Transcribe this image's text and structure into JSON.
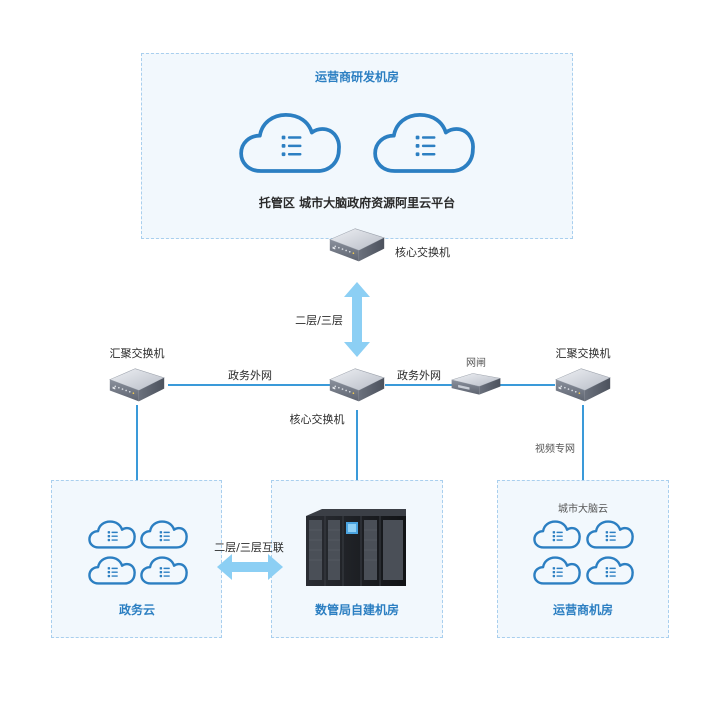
{
  "colors": {
    "zone_fill": "#f2f8fd",
    "zone_border": "#a9cfee",
    "cloud_stroke": "#2c7fc2",
    "link_line": "#3a9ad9",
    "arrow": "#8ccff4",
    "title_text": "#2c7fc2"
  },
  "top_room": {
    "title": "运营商研发机房",
    "caption": "托管区 城市大脑政府资源阿里云平台",
    "icons": [
      "cloud-icon",
      "cloud-icon"
    ]
  },
  "devices": {
    "core_switch_top": "核心交换机",
    "core_switch_mid": "核心交换机",
    "agg_switch_left": "汇聚交换机",
    "agg_switch_right": "汇聚交换机",
    "gateway": "网闸"
  },
  "links": {
    "layer_label": "二层/三层",
    "gov_net_left": "政务外网",
    "gov_net_right": "政务外网",
    "video_net": "视频专网",
    "interconnect": "二层/三层互联"
  },
  "zones": {
    "gov_cloud": "政务云",
    "self_room": "数管局自建机房",
    "operator_room": "运营商机房",
    "operator_cloud_caption": "城市大脑云"
  },
  "icon_names": {
    "switch": "network-switch-icon",
    "gateway": "gateway-icon",
    "server_rack": "server-rack-icon",
    "cloud": "cloud-icon"
  }
}
